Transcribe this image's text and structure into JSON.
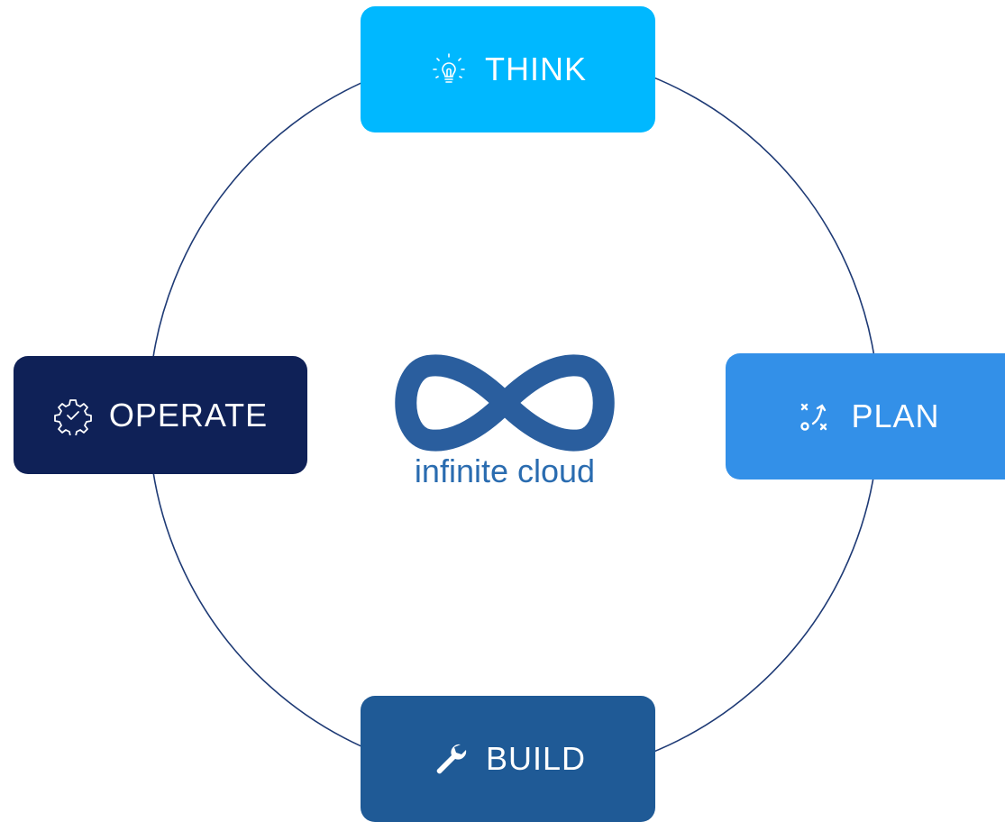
{
  "colors": {
    "ring": "#1e3a75",
    "think": "#00b8ff",
    "plan": "#3390e8",
    "build": "#1f5a96",
    "operate": "#0f2157",
    "logo": "#2a5e9e",
    "brand_text": "#2a6cb0"
  },
  "stages": {
    "think": {
      "label": "THINK",
      "icon": "lightbulb-icon"
    },
    "plan": {
      "label": "PLAN",
      "icon": "strategy-icon"
    },
    "build": {
      "label": "BUILD",
      "icon": "wrench-icon"
    },
    "operate": {
      "label": "OPERATE",
      "icon": "gear-check-icon"
    }
  },
  "logo": {
    "icon": "infinity-icon",
    "text": "infinite cloud"
  }
}
